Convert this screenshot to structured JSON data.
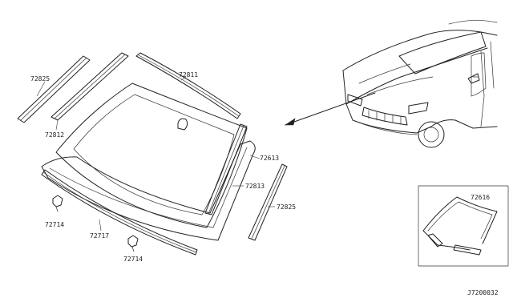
{
  "labels": {
    "p72825_left": "72825",
    "p72812": "72812",
    "p72811": "72811",
    "p72613": "72613",
    "p72813": "72813",
    "p72825_right": "72825",
    "p72714_left": "72714",
    "p72717": "72717",
    "p72714_bottom": "72714",
    "p72616": "72616"
  },
  "diagram_code": "J7200032"
}
